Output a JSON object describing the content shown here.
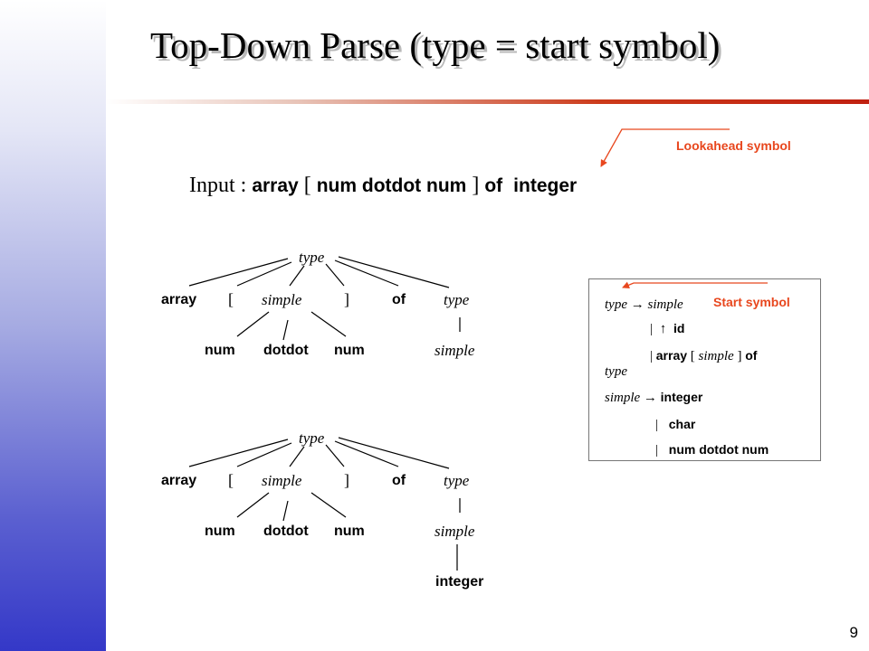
{
  "slide": {
    "title": "Top-Down Parse (type = start symbol)",
    "page_number": "9"
  },
  "annotations": {
    "lookahead": "Lookahead symbol",
    "start_symbol": "Start symbol"
  },
  "input": {
    "label": "Input :",
    "tok_array": "array",
    "lbr": "[",
    "tok_num_dotdot_num": "num dotdot num",
    "rbr": "]",
    "tok_of": "of",
    "tok_integer": "integer"
  },
  "tree1": {
    "root": "type",
    "c_array": "array",
    "c_lbr": "[",
    "c_simple": "simple",
    "c_rbr": "]",
    "c_of": "of",
    "c_type": "type",
    "g_num1": "num",
    "g_dotdot": "dotdot",
    "g_num2": "num",
    "g_simple": "simple"
  },
  "tree2": {
    "root": "type",
    "c_array": "array",
    "c_lbr": "[",
    "c_simple": "simple",
    "c_rbr": "]",
    "c_of": "of",
    "c_type": "type",
    "g_num1": "num",
    "g_dotdot": "dotdot",
    "g_num2": "num",
    "g_simple": "simple",
    "leaf_integer": "integer"
  },
  "grammar": {
    "r1_lhs": "type",
    "r1_arrow": "→",
    "r1_rhs": "simple",
    "r2_bar": "|",
    "r2_arrow": "↑",
    "r2_tok": "id",
    "r3_bar": "|",
    "r3_array": "array",
    "r3_lbr": "[",
    "r3_simple": "simple",
    "r3_rbr": "]",
    "r3_of": "of",
    "r3_cont": "type",
    "r4_lhs": "simple",
    "r4_arrow": "→",
    "r4_tok": "integer",
    "r5_bar": "|",
    "r5_tok": "char",
    "r6_bar": "|",
    "r6_tok": "num dotdot num"
  },
  "colors": {
    "accent": "#e8471e",
    "band_dark": "#3438c8",
    "rule_red": "#c02010"
  }
}
